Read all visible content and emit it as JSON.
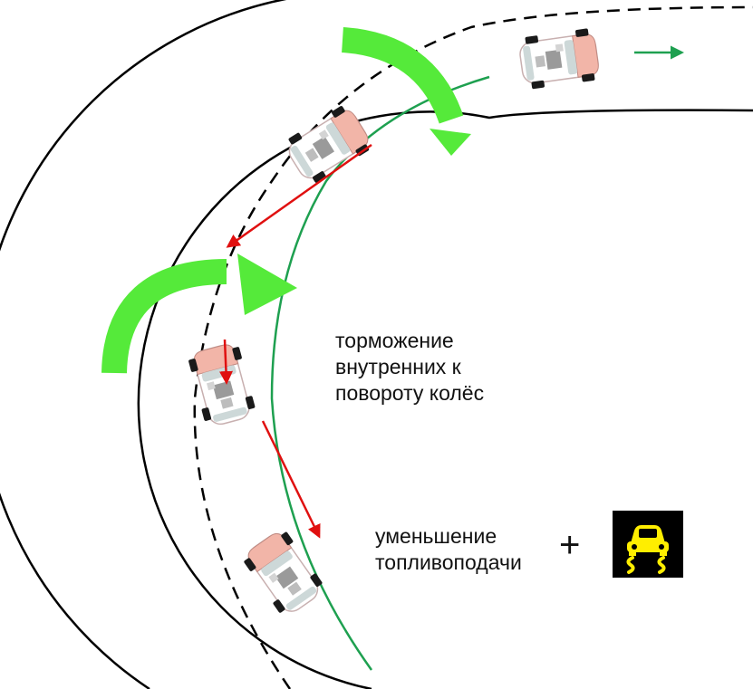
{
  "captions": {
    "braking": [
      "торможение",
      "внутренних к",
      "повороту колёс"
    ],
    "fuel": [
      "уменьшение",
      "топливоподачи"
    ]
  },
  "plus": "+",
  "icons": {
    "stability_indicator": "skidding-car-warning-icon",
    "rotation_arrow": "curved-rotation-arrow-icon",
    "force_arrow": "force-vector-arrow-icon"
  },
  "colors": {
    "road_edge": "#000000",
    "planned_path": "#000000",
    "actual_path": "#1ea050",
    "rotation_arrow": "#55ea3a",
    "force_vector": "#e01010",
    "indicator_bg": "#000000",
    "indicator_icon": "#ffee00",
    "car_body": "#ffffff",
    "car_hood": "#f2b5a8"
  }
}
